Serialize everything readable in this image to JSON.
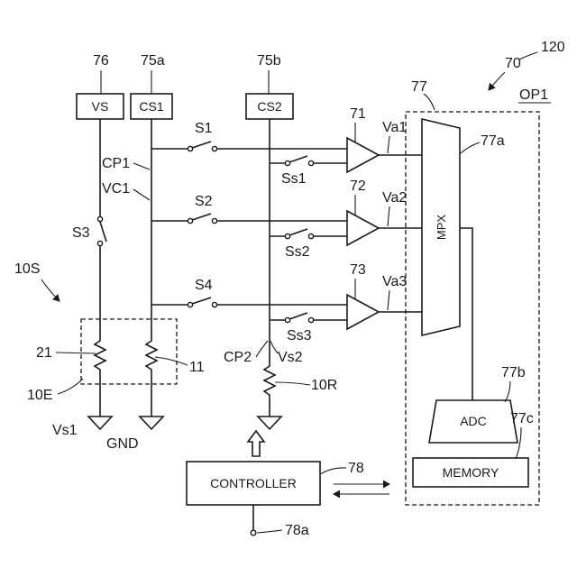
{
  "labels": {
    "ref_120": "120",
    "ref_70": "70",
    "op1": "OP1",
    "ref_77": "77",
    "ref_77a": "77a",
    "ref_77b": "77b",
    "ref_77c": "77c",
    "ref_76": "76",
    "ref_75a": "75a",
    "ref_75b": "75b",
    "vs_box": "VS",
    "cs1_box": "CS1",
    "cs2_box": "CS2",
    "s1": "S1",
    "s2": "S2",
    "s3": "S3",
    "s4": "S4",
    "ss1": "Ss1",
    "ss2": "Ss2",
    "ss3": "Ss3",
    "cp1": "CP1",
    "vc1": "VC1",
    "cp2": "CP2",
    "vs2": "Vs2",
    "ref_71": "71",
    "ref_72": "72",
    "ref_73": "73",
    "va1": "Va1",
    "va2": "Va2",
    "va3": "Va3",
    "mpx": "MPX",
    "adc": "ADC",
    "memory": "MEMORY",
    "controller": "CONTROLLER",
    "ref_78": "78",
    "ref_78a": "78a",
    "ref_10s": "10S",
    "ref_21": "21",
    "ref_11": "11",
    "ref_10e": "10E",
    "ref_10r": "10R",
    "vs1": "Vs1",
    "gnd": "GND"
  }
}
